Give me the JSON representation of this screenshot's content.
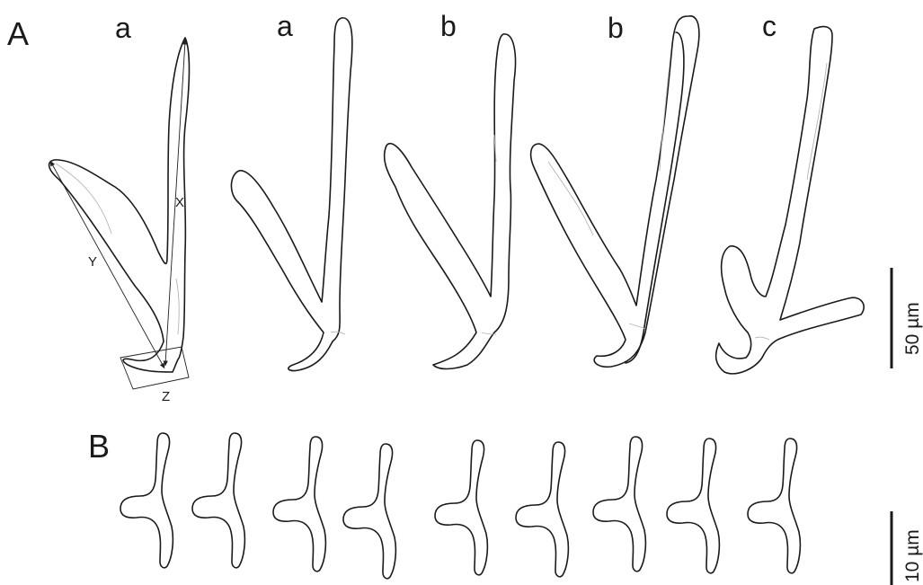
{
  "panels": [
    {
      "id": "A",
      "label": "A"
    },
    {
      "id": "B",
      "label": "B"
    }
  ],
  "panel_a_hooks": [
    {
      "id": "hook-1",
      "label": "a"
    },
    {
      "id": "hook-2",
      "label": "a"
    },
    {
      "id": "hook-3",
      "label": "b"
    },
    {
      "id": "hook-4",
      "label": "b"
    },
    {
      "id": "hook-5",
      "label": "c"
    }
  ],
  "measurements": {
    "x_label": "X",
    "y_label": "Y",
    "z_label": "Z"
  },
  "scale_bars": {
    "panel_a": "50 µm",
    "panel_b": "10 µm"
  },
  "panel_b_count": 9,
  "colors": {
    "outline": "#1a1a1a",
    "inner_line": "#b5b5b5",
    "background": "#ffffff"
  }
}
